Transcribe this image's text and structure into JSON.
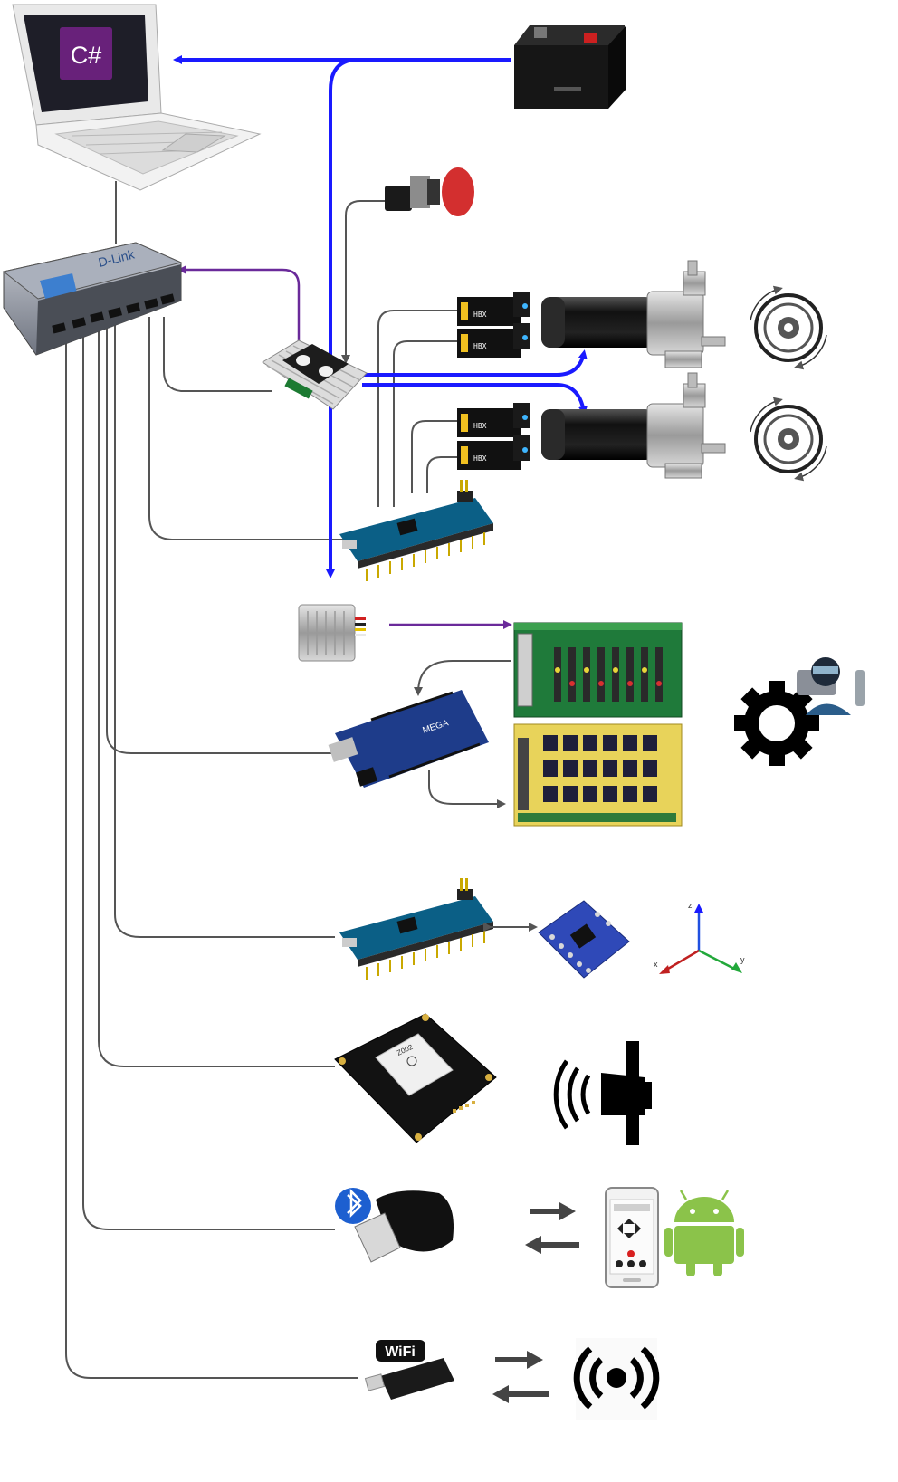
{
  "laptop": {
    "logo_text": "C#",
    "logo_color": "#68217a",
    "icon": "laptop-icon"
  },
  "usb_hub": {
    "brand_text": "D-Link",
    "icon": "usb-hub-icon"
  },
  "battery": {
    "icon": "car-battery-icon"
  },
  "emergency_stop": {
    "icon": "emergency-stop-button-icon",
    "cap_color": "#d32f2f"
  },
  "motor_driver": {
    "icon": "motor-driver-board-icon"
  },
  "encoders": [
    {
      "label": "HBX",
      "icon": "encoder-module-icon"
    },
    {
      "label": "HBX",
      "icon": "encoder-module-icon"
    },
    {
      "label": "HBX",
      "icon": "encoder-module-icon"
    },
    {
      "label": "HBX",
      "icon": "encoder-module-icon"
    }
  ],
  "motors": [
    {
      "icon": "gear-motor-icon"
    },
    {
      "icon": "gear-motor-icon"
    }
  ],
  "wheels": [
    {
      "icon": "wheel-rotation-icon"
    },
    {
      "icon": "wheel-rotation-icon"
    }
  ],
  "arduino_micro": {
    "icon": "arduino-micro-icon"
  },
  "voltage_regulator": {
    "icon": "dc-dc-converter-icon"
  },
  "io_board_green": {
    "icon": "digital-io-board-icon"
  },
  "relay_board_yellow": {
    "icon": "relay-board-icon"
  },
  "arduino_mega": {
    "label": "MEGA",
    "icon": "arduino-mega-icon"
  },
  "maintenance": {
    "icon": "gear-mechanic-icon"
  },
  "arduino_micro_imu": {
    "icon": "arduino-micro-icon"
  },
  "imu": {
    "icon": "imu-sensor-icon"
  },
  "axes": {
    "x": "x",
    "y": "y",
    "z": "z",
    "icon": "xyz-axes-icon"
  },
  "gps": {
    "chip_text": "Z002",
    "icon": "gps-module-icon"
  },
  "gps_signal": {
    "icon": "gps-satellite-signal-icon"
  },
  "bluetooth": {
    "icon": "bluetooth-dongle-icon"
  },
  "phone": {
    "icon": "smartphone-app-icon"
  },
  "android": {
    "icon": "android-robot-icon",
    "color": "#8bc34a"
  },
  "wifi": {
    "label": "WiFi",
    "icon": "wifi-dongle-icon"
  },
  "wireless": {
    "icon": "wireless-broadcast-icon"
  },
  "colors": {
    "power": "#1a1aff",
    "signal": "#6a2a9a",
    "cable": "#555555"
  }
}
